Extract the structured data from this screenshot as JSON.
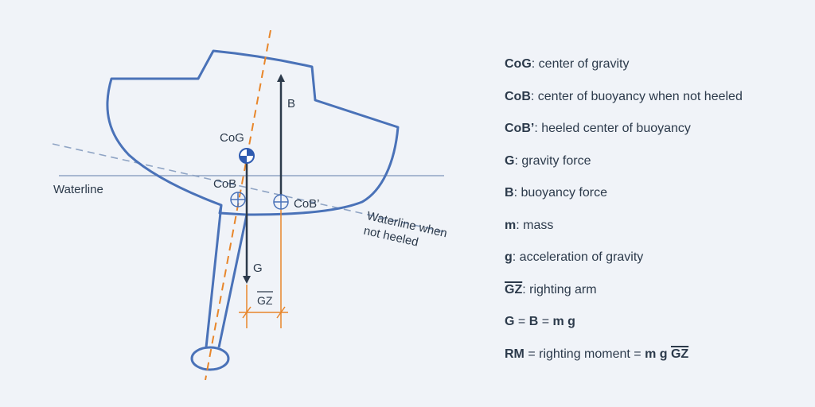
{
  "colors": {
    "background": "#f0f3f8",
    "hull": "#4a72b8",
    "waterline": "#8fa4c4",
    "heeled_waterline": "#8fa4c4",
    "orange": "#e8862a",
    "force_arrow": "#2c3a4b",
    "text": "#2c3a4b"
  },
  "diagram": {
    "labels": {
      "cog": "CoG",
      "cob": "CoB",
      "cob_prime": "CoB’",
      "waterline": "Waterline",
      "waterline_heeled_1": "Waterline when",
      "waterline_heeled_2": "not heeled",
      "b": "B",
      "g": "G",
      "gz": "GZ"
    }
  },
  "legend": [
    {
      "term": "CoG",
      "desc": ": center of gravity"
    },
    {
      "term": "CoB",
      "desc": ": center of buoyancy when not heeled"
    },
    {
      "term": "CoB’",
      "desc": ": heeled center of buoyancy"
    },
    {
      "term": "G",
      "desc": ": gravity force"
    },
    {
      "term": "B",
      "desc": ": buoyancy force"
    },
    {
      "term": "m",
      "desc": ": mass"
    },
    {
      "term": "g",
      "desc": ": acceleration of gravity"
    },
    {
      "term": "GZ",
      "desc": ": righting arm"
    }
  ],
  "equations": {
    "eq1_g": "G",
    "eq1_eq1": " = ",
    "eq1_b": "B",
    "eq1_eq2": " = ",
    "eq1_mg": "m g",
    "eq2_rm": "RM",
    "eq2_text": " = righting moment = ",
    "eq2_mg": "m g ",
    "eq2_gz": "GZ"
  }
}
